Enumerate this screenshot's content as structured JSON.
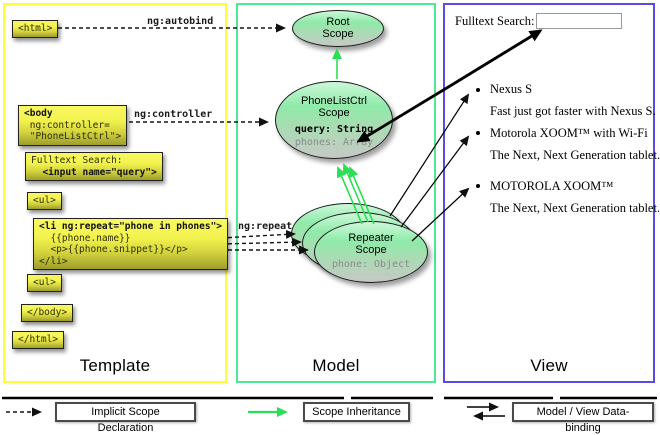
{
  "colors": {
    "template_border": "#fdfd3a",
    "model_border": "#4be896",
    "view_border": "#5a4ae8",
    "green_arrow": "#2adf55",
    "yellow_box_top": "#f8f862",
    "yellow_box_bottom": "#9d9d2c"
  },
  "template": {
    "label": "Template",
    "boxes": {
      "html_open": "<html>",
      "body_open_bold": "<body",
      "body_open_rest": "\n ng:controller=\n \"PhoneListCtrl\">",
      "fulltext_line1": "Fulltext Search:",
      "fulltext_line2": "\n  <input name=\"query\">",
      "ul_open": "<ul>",
      "li_bold": "<li ng:repeat=\"phone in phones\">",
      "li_rest": "\n  {{phone.name}}\n  <p>{{phone.snippet}}</p>\n</li>",
      "ul_close": "<ul>",
      "body_close": "</body>",
      "html_close": "</html>"
    },
    "arrow_labels": {
      "autobind": "ng:autobind",
      "controller": "ng:controller",
      "repeat": "ng:repeat"
    }
  },
  "model": {
    "label": "Model",
    "root_scope": {
      "title": "Root\nScope"
    },
    "phonelist_scope": {
      "title": "PhoneListCtrl\nScope",
      "prop_query": "query: String",
      "prop_phones": "phones: Array"
    },
    "repeater_scope": {
      "title": "Repeater\nScope",
      "prop_phone": "phone: Object"
    }
  },
  "view": {
    "label": "View",
    "fulltext_label": "Fulltext Search:",
    "search_value": "",
    "items": [
      {
        "title": "Nexus S",
        "desc": "Fast just got faster with Nexus S."
      },
      {
        "title": "Motorola XOOM™ with Wi-Fi",
        "desc": "The Next, Next Generation tablet."
      },
      {
        "title": "MOTOROLA XOOM™",
        "desc": "The Next, Next Generation tablet."
      }
    ]
  },
  "legend": {
    "implicit": "Implicit Scope Declaration",
    "inheritance": "Scope Inheritance",
    "binding": "Model / View Data-binding"
  }
}
